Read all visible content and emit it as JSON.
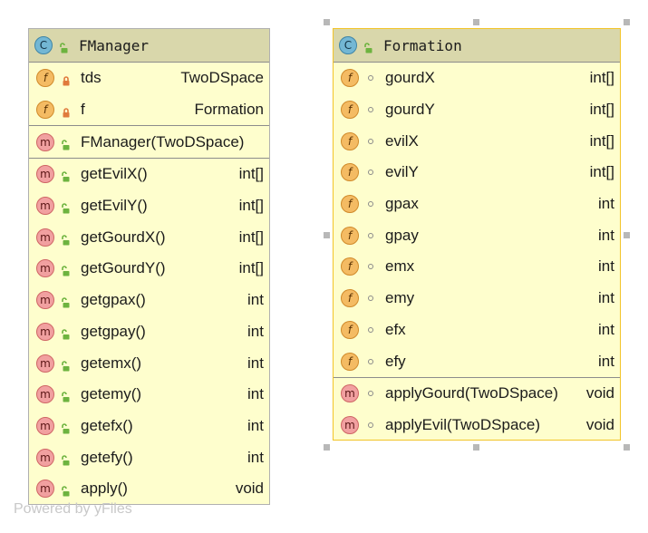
{
  "classes": [
    {
      "name": "FManager",
      "badge": "C",
      "fields": [
        {
          "name": "tds",
          "type": "TwoDSpace",
          "visibility": "private"
        },
        {
          "name": "f",
          "type": "Formation",
          "visibility": "private"
        }
      ],
      "constructors": [
        {
          "name": "FManager(TwoDSpace)",
          "type": "",
          "visibility": "public"
        }
      ],
      "methods": [
        {
          "name": "getEvilX()",
          "type": "int[]",
          "visibility": "public"
        },
        {
          "name": "getEvilY()",
          "type": "int[]",
          "visibility": "public"
        },
        {
          "name": "getGourdX()",
          "type": "int[]",
          "visibility": "public"
        },
        {
          "name": "getGourdY()",
          "type": "int[]",
          "visibility": "public"
        },
        {
          "name": "getgpax()",
          "type": "int",
          "visibility": "public"
        },
        {
          "name": "getgpay()",
          "type": "int",
          "visibility": "public"
        },
        {
          "name": "getemx()",
          "type": "int",
          "visibility": "public"
        },
        {
          "name": "getemy()",
          "type": "int",
          "visibility": "public"
        },
        {
          "name": "getefx()",
          "type": "int",
          "visibility": "public"
        },
        {
          "name": "getefy()",
          "type": "int",
          "visibility": "public"
        },
        {
          "name": "apply()",
          "type": "void",
          "visibility": "public"
        }
      ]
    },
    {
      "name": "Formation",
      "badge": "C",
      "selected": true,
      "fields": [
        {
          "name": "gourdX",
          "type": "int[]",
          "visibility": "package"
        },
        {
          "name": "gourdY",
          "type": "int[]",
          "visibility": "package"
        },
        {
          "name": "evilX",
          "type": "int[]",
          "visibility": "package"
        },
        {
          "name": "evilY",
          "type": "int[]",
          "visibility": "package"
        },
        {
          "name": "gpax",
          "type": "int",
          "visibility": "package"
        },
        {
          "name": "gpay",
          "type": "int",
          "visibility": "package"
        },
        {
          "name": "emx",
          "type": "int",
          "visibility": "package"
        },
        {
          "name": "emy",
          "type": "int",
          "visibility": "package"
        },
        {
          "name": "efx",
          "type": "int",
          "visibility": "package"
        },
        {
          "name": "efy",
          "type": "int",
          "visibility": "package"
        }
      ],
      "constructors": [],
      "methods": [
        {
          "name": "applyGourd(TwoDSpace)",
          "type": "void",
          "visibility": "package"
        },
        {
          "name": "applyEvil(TwoDSpace)",
          "type": "void",
          "visibility": "package"
        }
      ]
    }
  ],
  "badges": {
    "field": "f",
    "method": "m"
  },
  "watermark": "Powered by yFiles",
  "colors": {
    "node_fill": "#fefecd",
    "header_fill": "#d9d7ab",
    "selection_border": "#f2c428",
    "lock_private": "#e07a3c",
    "lock_public": "#6db33f"
  }
}
